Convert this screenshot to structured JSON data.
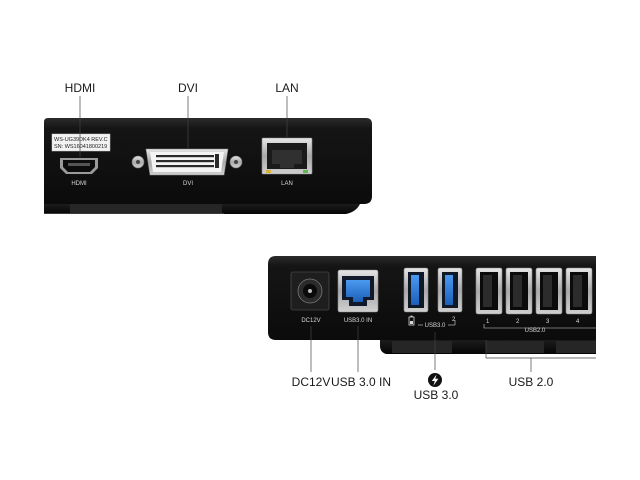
{
  "colors": {
    "background": "#ffffff",
    "device_body": "#141414",
    "usb3_blue": "#2a78d8",
    "usb2_port": "#2c2c2c",
    "callout_text": "#1a1a1a"
  },
  "top_device": {
    "callouts": {
      "hdmi": "HDMI",
      "dvi": "DVI",
      "lan": "LAN"
    },
    "sticker": {
      "model": "WS-UG39DK4 REV.C",
      "serial": "SN: WS16041800219"
    },
    "port_labels": {
      "hdmi": "HDMI",
      "dvi": "DVI",
      "lan": "LAN"
    }
  },
  "bottom_device": {
    "callouts": {
      "dc12v": "DC12V",
      "usb30_in": "USB 3.0 IN",
      "usb30": "USB 3.0",
      "usb20": "USB 2.0"
    },
    "port_labels": {
      "dc12v": "DC12V",
      "usb30_in": "USB3.0 IN",
      "usb30": "USB3.0",
      "usb20": "USB2.0",
      "usb30_port_2": "2",
      "usb20_ports": [
        "1",
        "2",
        "3",
        "4"
      ]
    },
    "icons": {
      "charging": "lightning-bolt-icon",
      "battery": "battery-icon"
    }
  }
}
